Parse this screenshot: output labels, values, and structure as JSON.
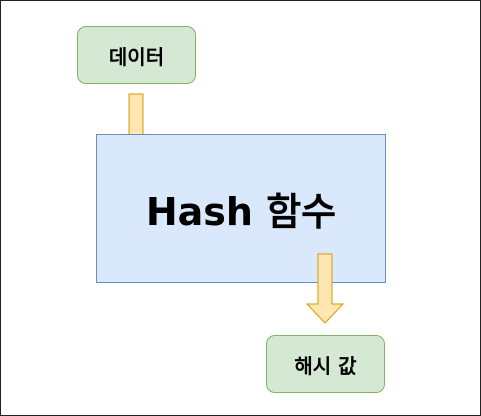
{
  "diagram": {
    "nodes": {
      "data": {
        "label": "데이터"
      },
      "hash": {
        "label": "Hash 함수"
      },
      "result": {
        "label": "해시 값"
      }
    },
    "edges": [
      {
        "from": "data",
        "to": "hash"
      },
      {
        "from": "hash",
        "to": "result"
      }
    ],
    "colors": {
      "input_fill": "#d5e8d4",
      "input_stroke": "#82b366",
      "process_fill": "#dae8fc",
      "process_stroke": "#6c8ebf",
      "arrow_fill": "#ffe6b3",
      "arrow_stroke": "#d79b00"
    }
  }
}
